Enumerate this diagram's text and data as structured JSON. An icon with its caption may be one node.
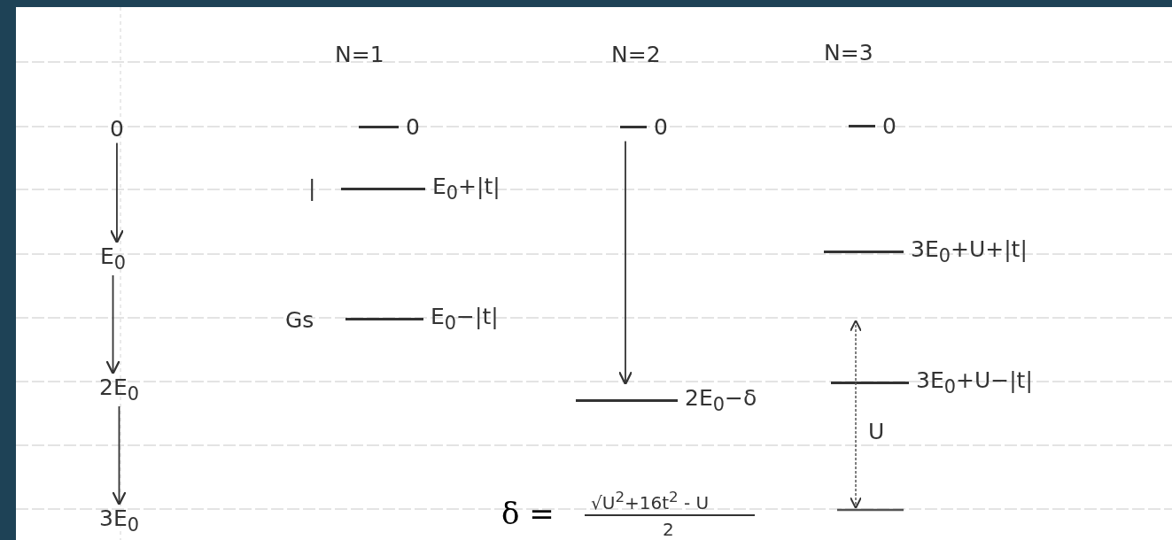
{
  "diagram": {
    "nodes": [
      {
        "text": [
          "0"
        ]
      },
      {
        "text": [
          "E$_{0}$"
        ]
      },
      {
        "text": [
          "2E$_{0}$"
        ]
      },
      {
        "text": [
          "3E$_{0}$"
        ]
      },
      {
        "text": [
          "0"
        ]
      },
      {
        "text": [
          "E$_{0}$+|t|"
        ]
      },
      {
        "text": [
          "E$_{0}$−|t|"
        ]
      },
      {
        "text": [
          "0"
        ]
      },
      {
        "text": [
          "2E$_{0}$−δ"
        ]
      },
      {
        "text": [
          "0"
        ]
      },
      {
        "text": [
          "3E$_{0}$+U+|t|"
        ]
      },
      {
        "text": [
          "3E$_{0}$+U−|t|"
        ]
      }
    ],
    "edges": [
      {
        "from": 0,
        "to": 1,
        "arrow": "to"
      },
      {
        "from": 1,
        "to": 2,
        "arrow": "to"
      },
      {
        "from": 2,
        "to": 3,
        "arrow": "to"
      },
      {
        "from": 7,
        "to": 8,
        "arrow": "to"
      }
    ],
    "labels": [
      "N=1",
      "N=2",
      "N=3",
      "|",
      "Gs",
      "U",
      "δ =",
      "√U$^{2}$+16t$^{2}$ - U",
      "2"
    ]
  }
}
